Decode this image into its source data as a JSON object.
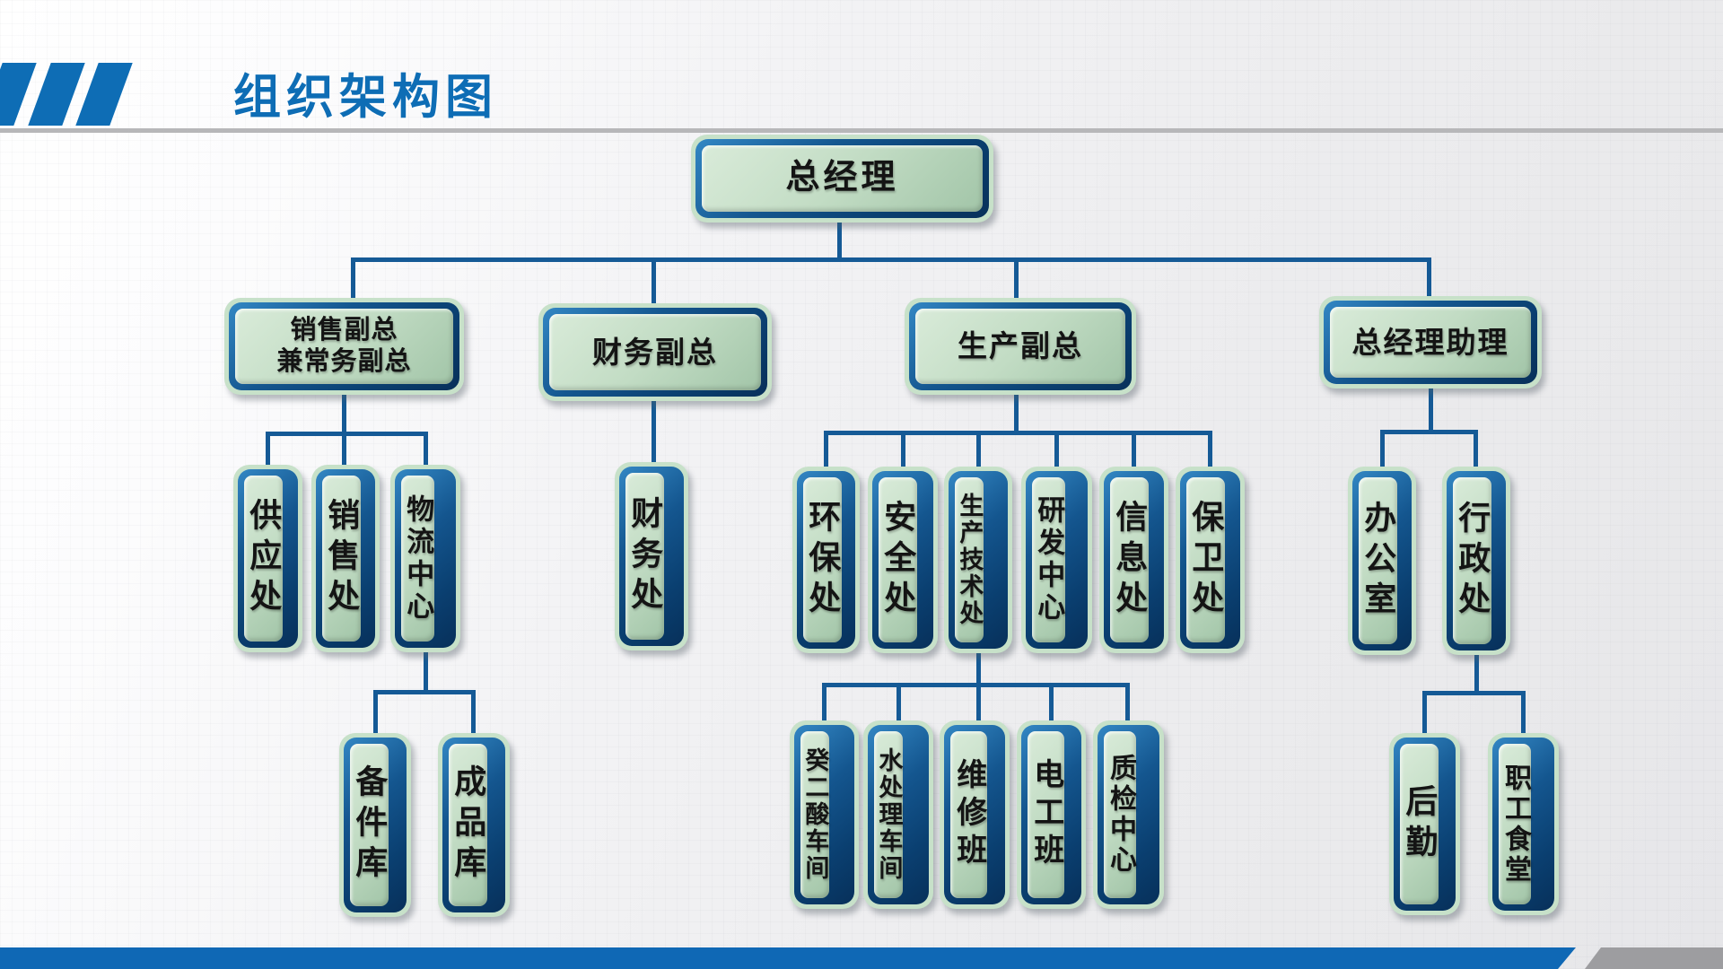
{
  "header": {
    "title": "组织架构图",
    "accent_color": "#0e6db5",
    "rule_color": "#b7b7b9"
  },
  "footer": {
    "blue_bar_color": "#0f68b5",
    "gray_bar_color": "#9d9da0"
  },
  "diagram": {
    "type": "org-chart",
    "connector_color": "#155a96",
    "node_outer_color": "#c7e1c9",
    "node_frame_color": "#0d4c85",
    "node_fill_top": "#d9ebd9",
    "node_fill_bottom": "#a2c5a8",
    "hierarchy": {
      "总经理": {
        "销售副总兼常务副总": {
          "供应处": {},
          "销售处": {},
          "物流中心": {
            "备件库": {},
            "成品库": {}
          }
        },
        "财务副总": {
          "财务处": {}
        },
        "生产副总": {
          "环保处": {},
          "安全处": {},
          "生产技术处": {
            "癸二酸车间": {},
            "水处理车间": {},
            "维修班": {},
            "电工班": {},
            "质检中心": {}
          },
          "研发中心": {},
          "信息处": {},
          "保卫处": {}
        },
        "总经理助理": {
          "办公室": {},
          "行政处": {
            "后勤": {},
            "职工食堂": {}
          }
        }
      }
    }
  },
  "nodes": [
    {
      "id": "gm",
      "label": "总经理"
    },
    {
      "id": "sales-vp",
      "lines": [
        "销售副总",
        "兼常务副总"
      ]
    },
    {
      "id": "finance-vp",
      "label": "财务副总"
    },
    {
      "id": "production-vp",
      "label": "生产副总"
    },
    {
      "id": "gm-assistant",
      "label": "总经理助理"
    },
    {
      "id": "supply",
      "label": "供应处"
    },
    {
      "id": "sales-dept",
      "label": "销售处"
    },
    {
      "id": "logistics-center",
      "label": "物流中心"
    },
    {
      "id": "finance-dept",
      "label": "财务处"
    },
    {
      "id": "env-protection",
      "label": "环保处"
    },
    {
      "id": "safety",
      "label": "安全处"
    },
    {
      "id": "prod-tech",
      "label": "生产技术处"
    },
    {
      "id": "rd-center",
      "label": "研发中心"
    },
    {
      "id": "info-dept",
      "label": "信息处"
    },
    {
      "id": "security",
      "label": "保卫处"
    },
    {
      "id": "office",
      "label": "办公室"
    },
    {
      "id": "admin",
      "label": "行政处"
    },
    {
      "id": "spare-parts",
      "label": "备件库"
    },
    {
      "id": "finished-goods",
      "label": "成品库"
    },
    {
      "id": "sebacic-workshop",
      "label": "癸二酸车间"
    },
    {
      "id": "water-workshop",
      "label": "水处理车间"
    },
    {
      "id": "maintenance",
      "label": "维修班"
    },
    {
      "id": "electrician",
      "label": "电工班"
    },
    {
      "id": "qc-center",
      "label": "质检中心"
    },
    {
      "id": "logistics-support",
      "label": "后勤"
    },
    {
      "id": "canteen",
      "label": "职工食堂"
    }
  ]
}
